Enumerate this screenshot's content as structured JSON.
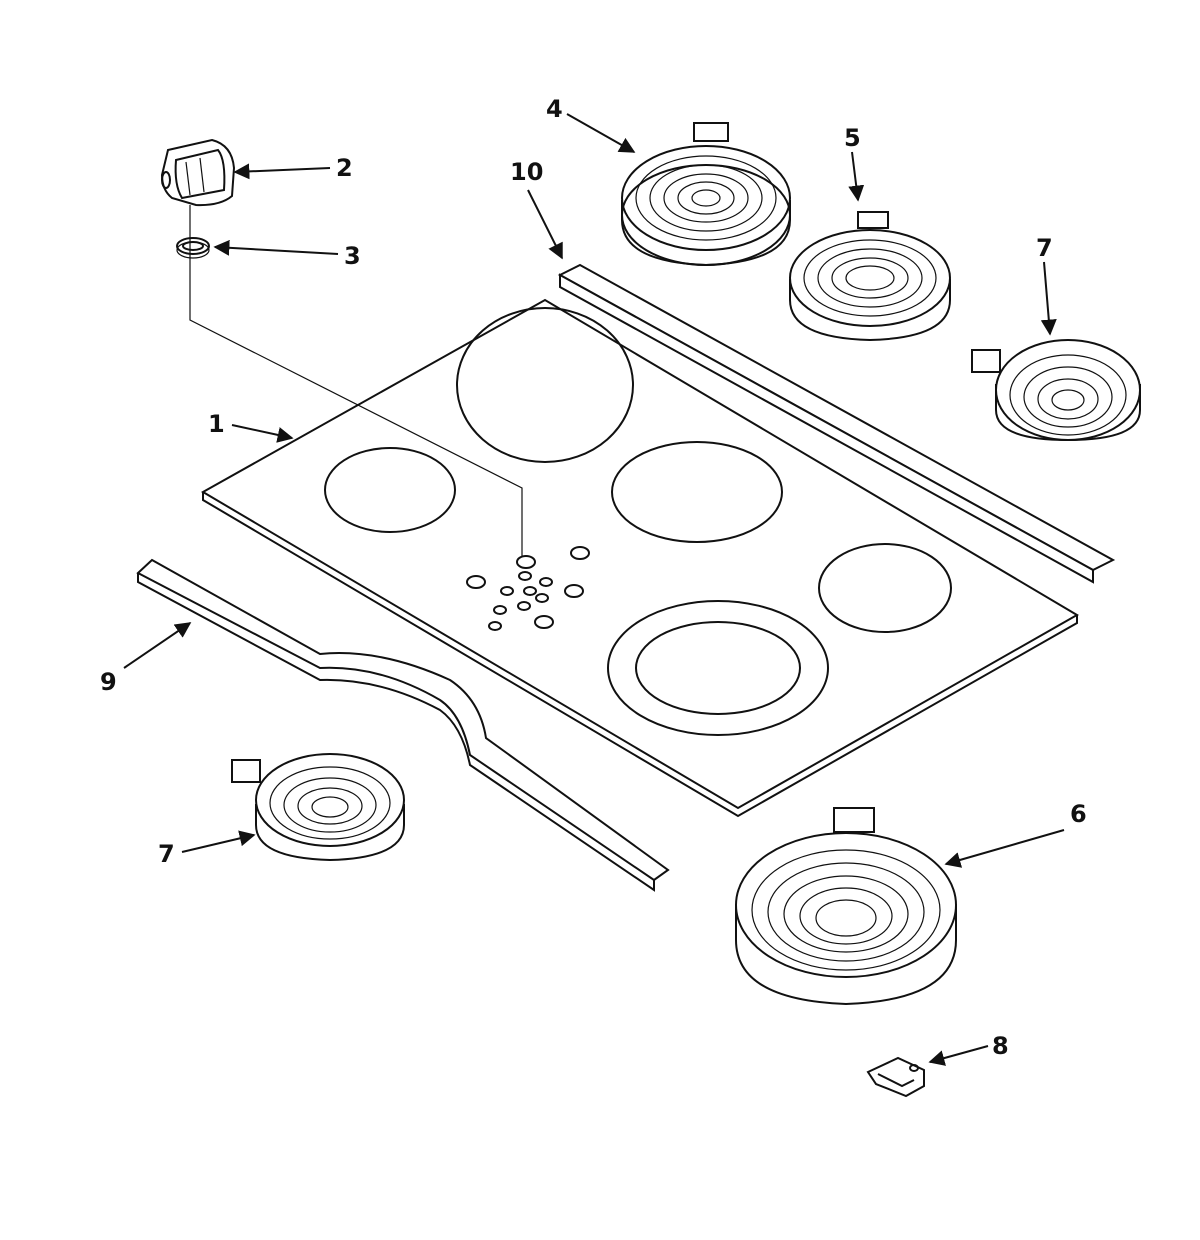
{
  "callouts": {
    "c1": "1",
    "c2": "2",
    "c3": "3",
    "c4": "4",
    "c5": "5",
    "c6": "6",
    "c7a": "7",
    "c7b": "7",
    "c8": "8",
    "c9": "9",
    "c10": "10"
  },
  "colors": {
    "line": "#111111",
    "background": "#ffffff"
  }
}
